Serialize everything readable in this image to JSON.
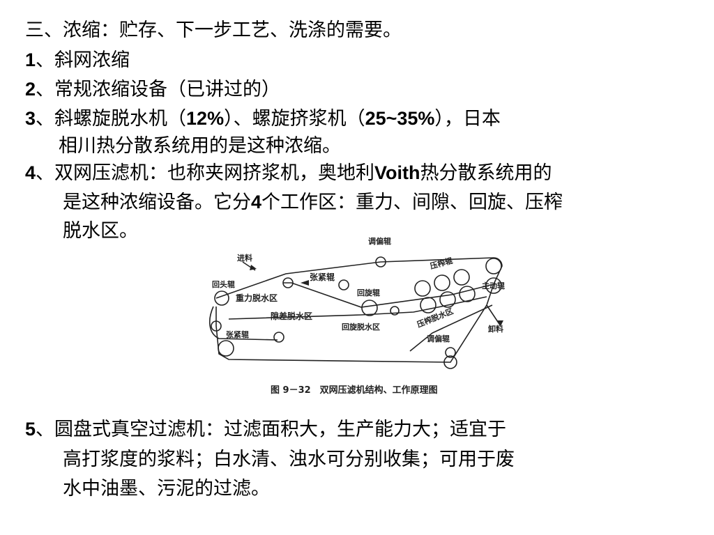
{
  "lines": [
    {
      "num": "",
      "text": "三、浓缩：贮存、下一步工艺、洗涤的需要。"
    },
    {
      "num": "1",
      "text": "、斜网浓缩"
    },
    {
      "num": "2",
      "text": "、常规浓缩设备（已讲过的）"
    },
    {
      "parts": [
        "、斜螺旋脱水机（",
        "12%",
        "）、螺旋挤浆机（",
        "25~35%",
        "），日本"
      ],
      "num": "3"
    },
    {
      "num": "",
      "text": "相川热分散系统用的是这种浓缩。"
    },
    {
      "parts": [
        "、双网压滤机：也称夹网挤浆机，奥地利",
        "Voith",
        "热分散系统用的"
      ],
      "num": "4"
    },
    {
      "parts": [
        "是这种浓缩设备。它分",
        "4",
        "个工作区：重力、间隙、回旋、压榨"
      ]
    },
    {
      "num": "",
      "text": "脱水区。"
    },
    {
      "num": "5",
      "text": "、圆盘式真空过滤机：过滤面积大，生产能力大；适宜于"
    },
    {
      "num": "",
      "text": "高打浆度的浆料；白水清、浊水可分别收集；可用于废"
    },
    {
      "num": "",
      "text": "水中油墨、污泥的过滤。"
    }
  ],
  "figure": {
    "caption": "图 9－32　双网压滤机结构、工作原理图",
    "labels": {
      "feed": "进料",
      "tension_roll_top": "张紧辊",
      "adjust_roll_top": "调偏辊",
      "press_roll": "压榨辊",
      "drive_roll": "主动辊",
      "head_roll": "回头辊",
      "gravity_zone": "重力脱水区",
      "rotary_roll": "回旋辊",
      "gap_zone": "隙差脱水区",
      "rotary_zone": "回旋脱水区",
      "press_zone": "压榨脱水区",
      "discharge": "卸料",
      "tension_roll_bottom": "张紧辊",
      "adjust_roll_bottom": "调偏辊"
    }
  }
}
